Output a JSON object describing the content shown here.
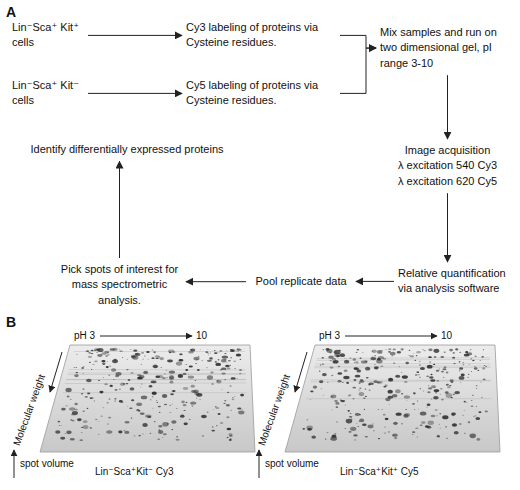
{
  "diagram": {
    "nodes": [
      {
        "text": [
          "Lin⁻Sca⁺ Kit⁺ cells"
        ]
      },
      {
        "text": [
          "Cy3 labeling of proteins via Cysteine residues."
        ]
      },
      {
        "text": [
          "Mix samples and run on two dimensional gel, pI range 3-10"
        ]
      },
      {
        "text": [
          "Lin⁻Sca⁺ Kit⁻ cells"
        ]
      },
      {
        "text": [
          "Cy5 labeling of proteins via Cysteine residues."
        ]
      },
      {
        "text": [
          "Identify differentially expressed proteins"
        ]
      },
      {
        "text": [
          "Image acquisition",
          "λ excitation 540 Cy3 λ excitation 620 Cy5"
        ]
      },
      {
        "text": [
          "Pick spots of interest for mass spectrometric analysis."
        ]
      },
      {
        "text": [
          "Pool replicate data"
        ]
      },
      {
        "text": [
          "Relative quantification via analysis software"
        ]
      }
    ],
    "edges": [
      {
        "from": 0,
        "to": 1,
        "arrow": "to"
      },
      {
        "from": 3,
        "to": 4,
        "arrow": "to"
      },
      {
        "from": 1,
        "to": 2,
        "arrow": "to"
      },
      {
        "from": 4,
        "to": 2,
        "arrow": "to"
      },
      {
        "from": 2,
        "to": 6,
        "arrow": "to"
      },
      {
        "from": 6,
        "to": 9,
        "arrow": "to"
      },
      {
        "from": 9,
        "to": 8,
        "arrow": "to"
      },
      {
        "from": 8,
        "to": 7,
        "arrow": "to"
      },
      {
        "from": 7,
        "to": 5,
        "arrow": "to"
      }
    ],
    "labels": [
      "A",
      "B",
      "pH 3",
      "10",
      "Molecular weight",
      "spot volume",
      "Lin⁻Sca⁺Kit⁻ Cy3",
      "pH 3",
      "10",
      "Molecular weight",
      "spot volume",
      "Lin⁻Sca⁺Kit⁺ Cy5"
    ]
  }
}
